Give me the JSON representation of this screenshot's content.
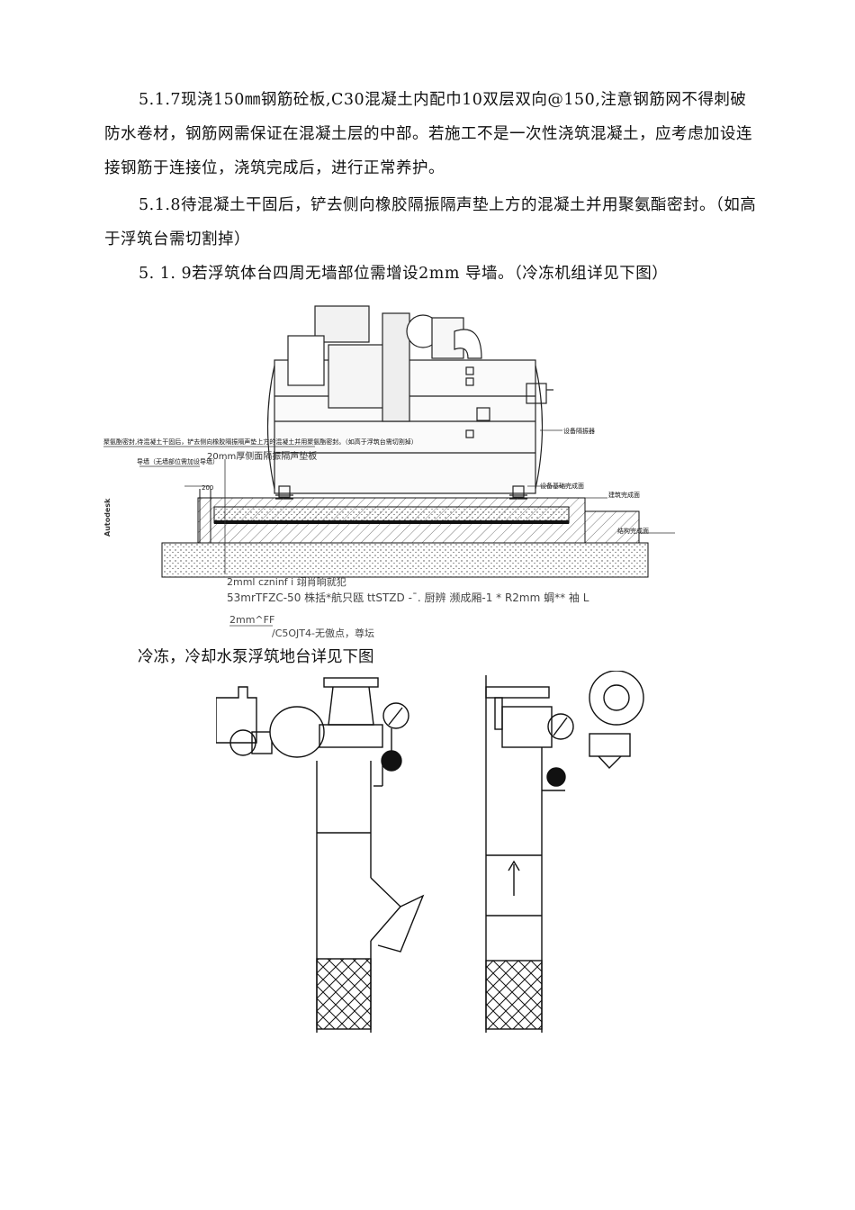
{
  "paragraphs": {
    "p517": "5.1.7现浇150㎜钢筋砼板,C30混凝土内配巾10双层双向@150,注意钢筋网不得刺破防水卷材，钢筋网需保证在混凝土层的中部。若施工不是一次性浇筑混凝土，应考虑加设连接钢筋于连接位，浇筑完成后，进行正常养护。",
    "p518": "5.1.8待混凝土干固后，铲去侧向橡胶隔振隔声垫上方的混凝土并用聚氨酯密封。（如高于浮筑台需切割掉）",
    "p519": "5. 1. 9若浮筑体台四周无墙部位需增设2mm 导墙。（冷冻机组详见下图）"
  },
  "figure1": {
    "left_note": "聚氨酯密封,待混凝土干固后，铲去侧向橡胶隔振隔声垫上方的混凝土并用聚氨酯密封。（如高于浮筑台需切割掉）",
    "guide_wall": "导墙（无墙部位需加设导墙）",
    "thickness_label": "20mm厚侧面隔振隔声垫板",
    "dim_200": "200",
    "vertical_brand": "Autodesk",
    "equip_isolator": "设备隔振器",
    "equip_base": "设备基础完成面",
    "building_finish": "建筑完成面",
    "structure_finish": "结构完成面",
    "legend_1": "2mml czninf i 翊肖晌就犯",
    "legend_2": "53mrTFZC-50 株括*航只瓯 ttSTZD -ˉ. 厨辨 濒成厢-1 * R2mm 蜩** 袖 L",
    "legend_3": "2mm^FF",
    "legend_4": "/C5OJT4-无傲点，尊坛"
  },
  "caption2": "冷冻，冷却水泵浮筑地台详见下图"
}
